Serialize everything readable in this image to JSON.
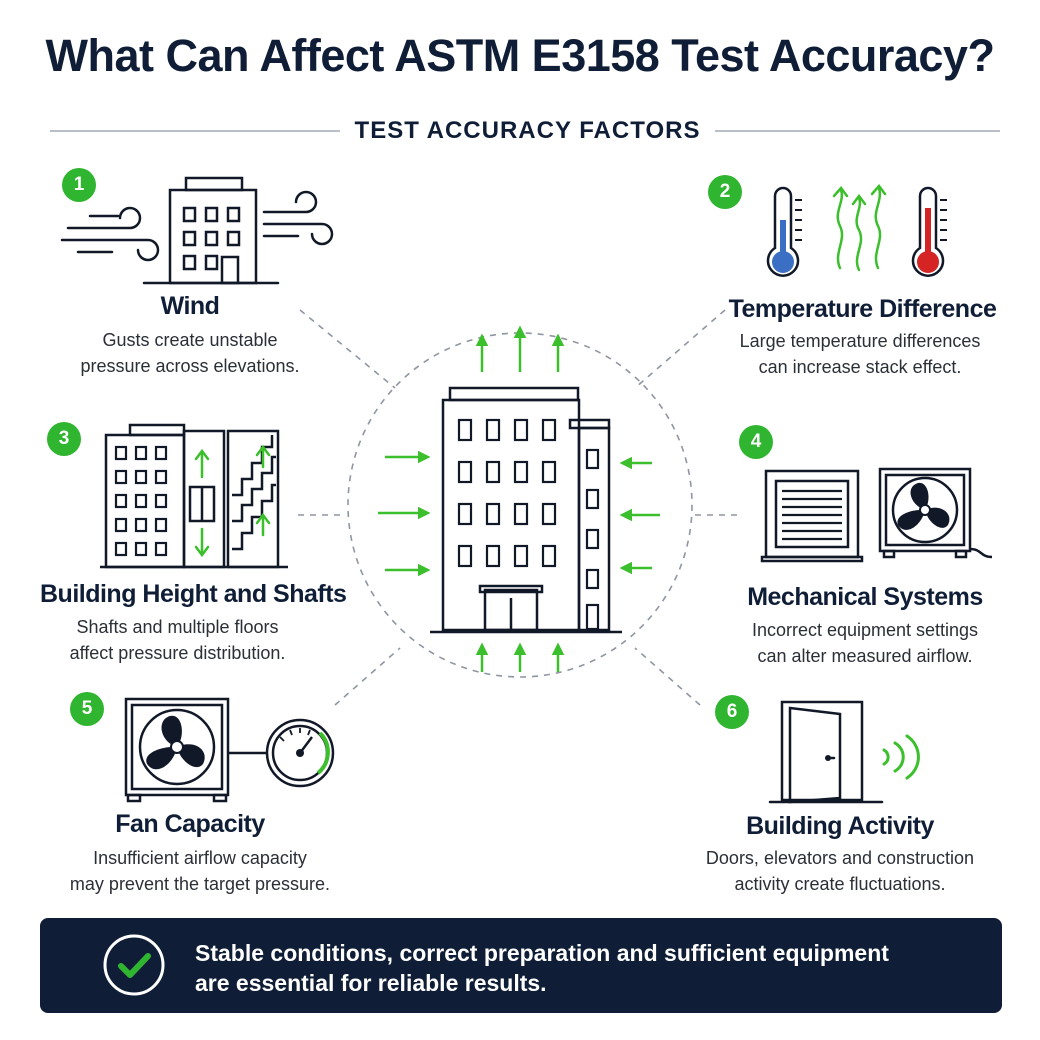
{
  "title": "What Can Affect ASTM E3158 Test Accuracy?",
  "subtitle": "TEST ACCURACY FACTORS",
  "colors": {
    "navy": "#0f1e36",
    "green": "#2fb52f",
    "arrow_green": "#3cbf2c",
    "thermo_blue": "#3b6fc4",
    "thermo_red": "#d42424",
    "line": "#111827"
  },
  "factors": [
    {
      "number": "1",
      "title": "Wind",
      "desc_line1": "Gusts create unstable",
      "desc_line2": "pressure across elevations.",
      "icon": "wind-building-icon"
    },
    {
      "number": "2",
      "title": "Temperature Difference",
      "desc_line1": "Large temperature differences",
      "desc_line2": "can increase stack effect.",
      "icon": "thermometers-icon"
    },
    {
      "number": "3",
      "title": "Building Height and Shafts",
      "desc_line1": "Shafts and multiple floors",
      "desc_line2": "affect pressure distribution.",
      "icon": "building-shafts-icon"
    },
    {
      "number": "4",
      "title": "Mechanical Systems",
      "desc_line1": "Incorrect equipment settings",
      "desc_line2": "can alter measured airflow.",
      "icon": "hvac-units-icon"
    },
    {
      "number": "5",
      "title": "Fan Capacity",
      "desc_line1": "Insufficient airflow capacity",
      "desc_line2": "may prevent the target pressure.",
      "icon": "fan-gauge-icon"
    },
    {
      "number": "6",
      "title": "Building Activity",
      "desc_line1": "Doors, elevators and construction",
      "desc_line2": "activity create fluctuations.",
      "icon": "open-door-icon"
    }
  ],
  "banner": {
    "line1": "Stable conditions, correct preparation and sufficient equipment",
    "line2": "are essential for reliable results.",
    "icon": "check-circle-icon"
  }
}
